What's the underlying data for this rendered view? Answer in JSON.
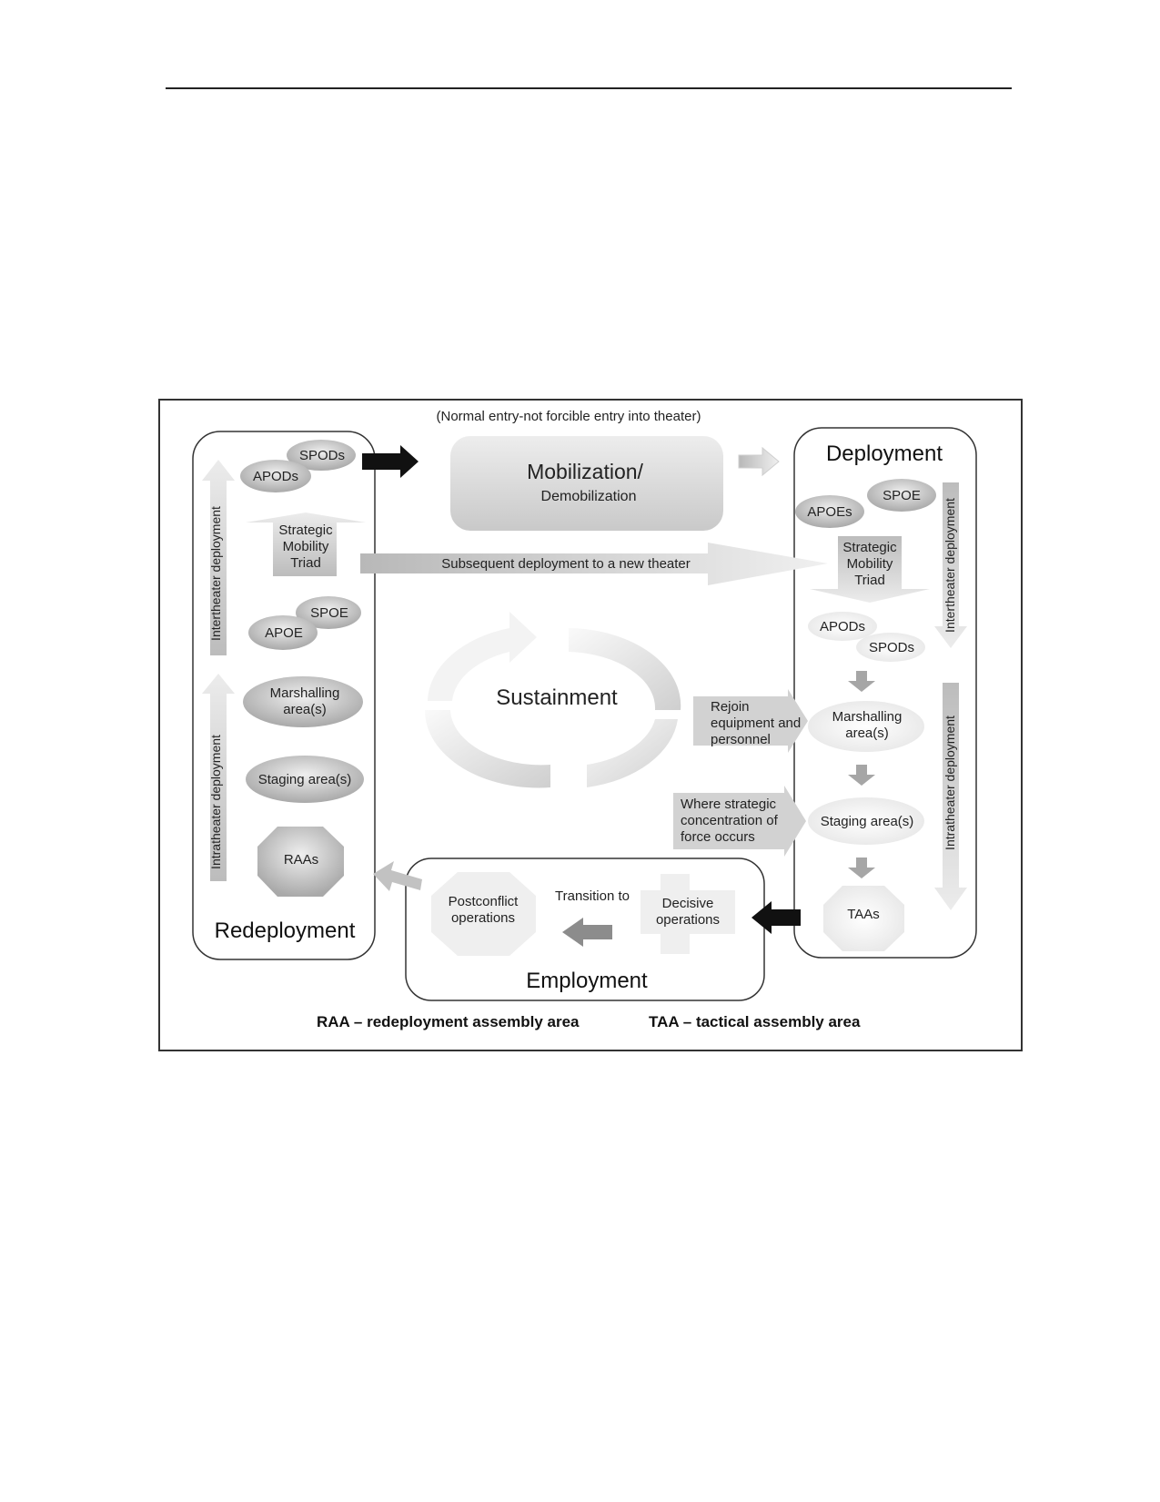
{
  "diagram": {
    "note": "(Normal entry-not forcible entry into theater)",
    "mobilization": {
      "title": "Mobilization/",
      "subtitle": "Demobilization"
    },
    "subsequent": "Subsequent deployment to a new theater",
    "sustainment": "Sustainment",
    "redeployment": {
      "title": "Redeployment",
      "spods": "SPODs",
      "apods": "APODs",
      "triad": [
        "Strategic",
        "Mobility",
        "Triad"
      ],
      "spoe": "SPOE",
      "apoe": "APOE",
      "marshalling": [
        "Marshalling",
        "area(s)"
      ],
      "staging": "Staging area(s)",
      "raas": "RAAs",
      "intertheater": "Intertheater deployment",
      "intratheater": "Intratheater deployment"
    },
    "deployment": {
      "title": "Deployment",
      "apoes": "APOEs",
      "spoe": "SPOE",
      "triad": [
        "Strategic",
        "Mobility",
        "Triad"
      ],
      "apods": "APODs",
      "spods": "SPODs",
      "marshalling": [
        "Marshalling",
        "area(s)"
      ],
      "staging": "Staging area(s)",
      "taas": "TAAs",
      "intertheater": "Intertheater deployment",
      "intratheater": "Intratheater deployment"
    },
    "rejoin": [
      "Rejoin",
      "equipment and",
      "personnel"
    ],
    "strategic_concentration": [
      "Where strategic",
      "concentration of",
      "force occurs"
    ],
    "employment": {
      "title": "Employment",
      "postconflict": [
        "Postconflict",
        "operations"
      ],
      "transition": "Transition to",
      "decisive": [
        "Decisive",
        "operations"
      ]
    },
    "legend": {
      "raa": "RAA – redeployment assembly area",
      "taa": "TAA – tactical assembly area"
    }
  }
}
